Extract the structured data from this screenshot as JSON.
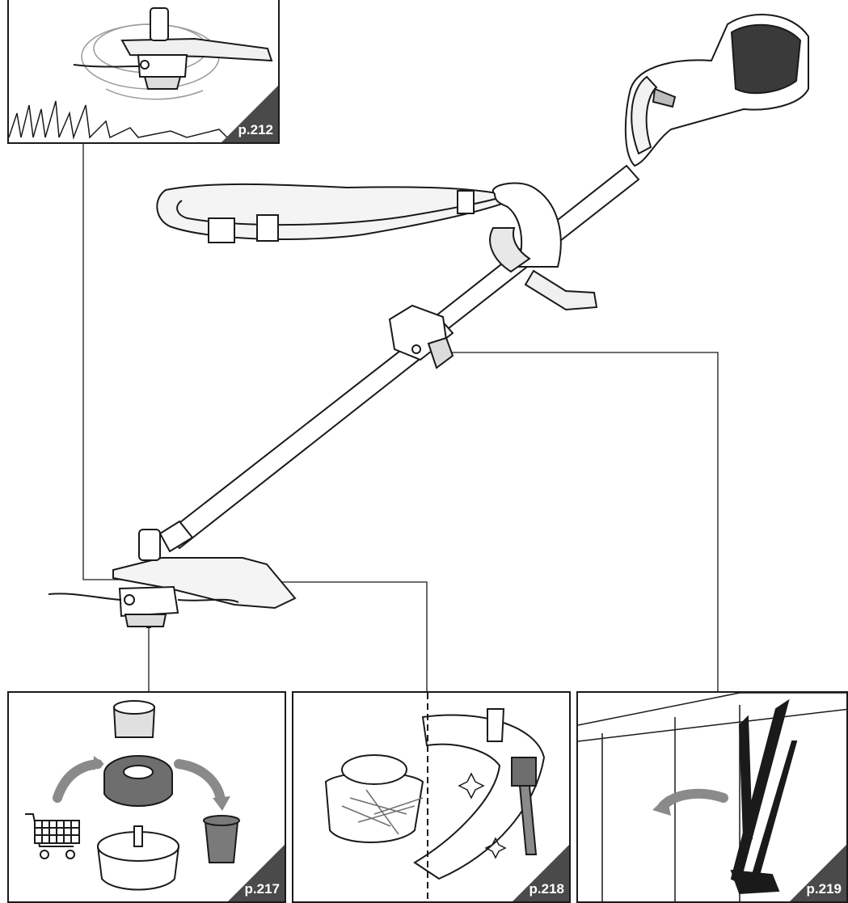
{
  "panels": {
    "cutting": {
      "ref": "p.212"
    },
    "spool": {
      "ref": "p.217"
    },
    "cleaning": {
      "ref": "p.218"
    },
    "storage": {
      "ref": "p.219"
    }
  },
  "colors": {
    "line": "#1a1a1a",
    "tab": "#4a4a4a",
    "arrow": "#8a8a8a",
    "grey_part": "#6e6e6e"
  }
}
